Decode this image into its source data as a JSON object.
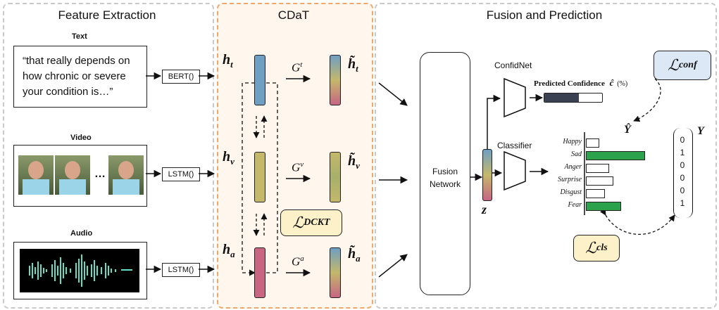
{
  "panels": {
    "feature_extraction": "Feature Extraction",
    "cdat": "CDaT",
    "fusion": "Fusion and Prediction"
  },
  "text_input": {
    "label": "Text",
    "quote": "“that really depends on how chronic or severe your condition is…”",
    "encoder": "BERT()"
  },
  "video_input": {
    "label": "Video",
    "ellipsis": "…",
    "encoder": "LSTM()"
  },
  "audio_input": {
    "label": "Audio",
    "encoder": "LSTM()"
  },
  "cdat": {
    "h_t": "h",
    "h_t_sub": "t",
    "h_v": "h",
    "h_v_sub": "v",
    "h_a": "h",
    "h_a_sub": "a",
    "g_t": "G",
    "g_t_sup": "t",
    "g_v": "G",
    "g_v_sup": "v",
    "g_a": "G",
    "g_a_sup": "a",
    "ht_out": "h̃",
    "ht_out_sub": "t",
    "hv_out": "h̃",
    "hv_out_sub": "v",
    "ha_out": "h̃",
    "ha_out_sub": "a",
    "loss_dckt": "ℒ",
    "loss_dckt_sub": "DCKT"
  },
  "fusion": {
    "network_line1": "Fusion",
    "network_line2": "Network",
    "z_label": "z",
    "confidnet": "ConfidNet",
    "classifier": "Classifier",
    "predicted_confidence": "Predicted Confidence",
    "c_hat": "ĉ",
    "percent": "(%)",
    "confidence_value": 0.6,
    "loss_conf": "ℒ",
    "loss_conf_sub": "conf",
    "loss_cls": "ℒ",
    "loss_cls_sub": "cls",
    "y_hat": "Ŷ",
    "y": "Y",
    "emotions": [
      "Happy",
      "Sad",
      "Anger",
      "Surprise",
      "Disgust",
      "Fear"
    ],
    "predicted_scores": [
      0.21,
      1.0,
      0.38,
      0.45,
      0.3,
      0.59
    ],
    "highlighted": [
      false,
      true,
      false,
      false,
      false,
      true
    ],
    "ground_truth": [
      "0",
      "1",
      "0",
      "0",
      "0",
      "1"
    ]
  },
  "colors": {
    "dashed_panel": "#c9c9c9",
    "cdat_border": "#f0a76a",
    "cdat_fill": "#fff6ee",
    "text_vec": "#6f9fc2",
    "video_vec": "#c4b86a",
    "audio_vec": "#c76583",
    "green": "#2ca24c",
    "loss_conf_bg": "#dce8f5",
    "loss_yellow_bg": "#fdf1c9",
    "confidence_fill": "#3a4150",
    "waveform": "#5ee0c8"
  }
}
